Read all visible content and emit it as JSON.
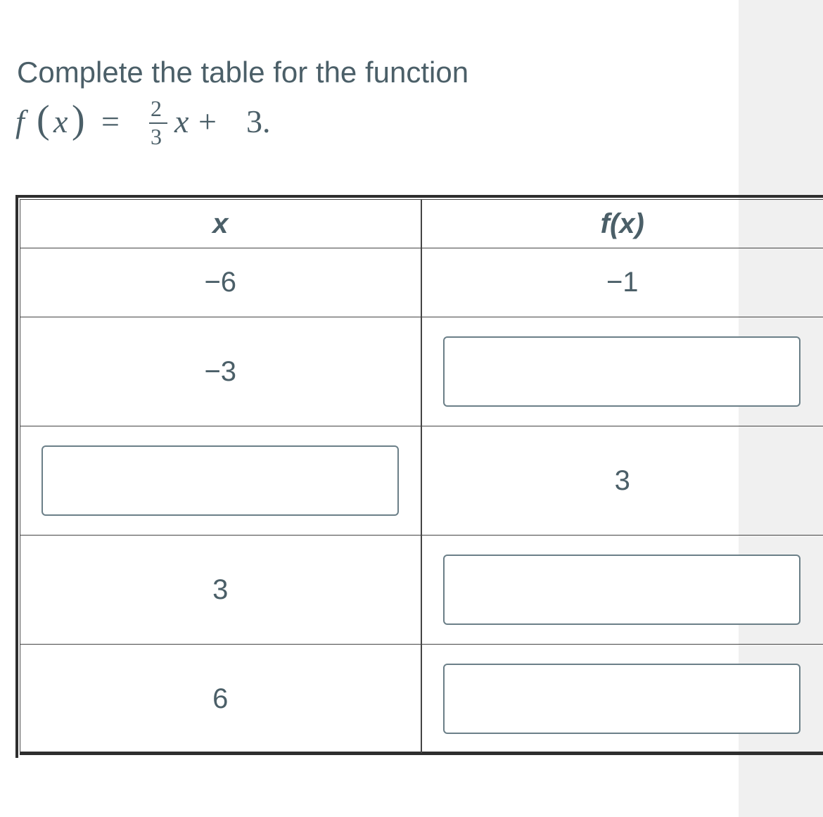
{
  "prompt": {
    "text": "Complete the table for the function",
    "equation": {
      "f": "f",
      "lparen": "(",
      "x": "x",
      "rparen": ")",
      "equals": "=",
      "numerator": "2",
      "denominator": "3",
      "x2": "x",
      "plus": "+",
      "constant": "3."
    }
  },
  "table": {
    "headers": {
      "x": "x",
      "fx": "f(x)"
    },
    "rows": [
      {
        "x": "−6",
        "fx": "−1"
      },
      {
        "x": "−3",
        "fx": ""
      },
      {
        "x": "",
        "fx": "3"
      },
      {
        "x": "3",
        "fx": ""
      },
      {
        "x": "6",
        "fx": ""
      }
    ]
  }
}
